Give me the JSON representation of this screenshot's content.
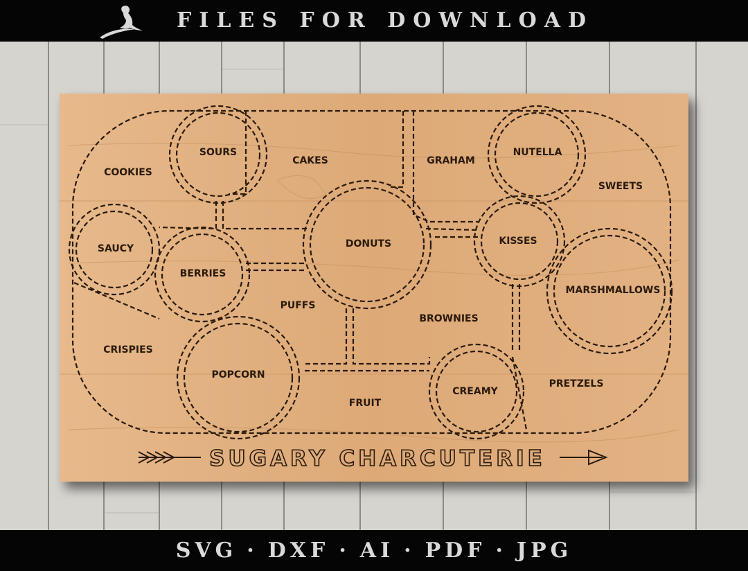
{
  "header": {
    "title": "FILES FOR DOWNLOAD",
    "logo_icon": "bird-logo-icon"
  },
  "board": {
    "title": "SUGARY CHARCUTERIE",
    "labels": {
      "sours": "SOURS",
      "cookies": "COOKIES",
      "cakes": "CAKES",
      "graham": "GRAHAM",
      "nutella": "NUTELLA",
      "sweets": "SWEETS",
      "saucy": "SAUCY",
      "donuts": "DONUTS",
      "kisses": "KISSES",
      "berries": "BERRIES",
      "puffs": "PUFFS",
      "marshmallows": "MARSHMALLOWS",
      "brownies": "BROWNIES",
      "crispies": "CRISPIES",
      "popcorn": "POPCORN",
      "creamy": "CREAMY",
      "pretzels": "PRETZELS",
      "fruit": "FRUIT"
    },
    "arrow_icon": "arrow-icon"
  },
  "footer": {
    "formats": [
      "SVG",
      "DXF",
      "AI",
      "PDF",
      "JPG"
    ],
    "separator": "·"
  },
  "colors": {
    "background_bar": "#050505",
    "text": "#d9d9d9",
    "wood": "#e0b082",
    "engraving": "#2a1a0c",
    "planks": "#d6d4cf"
  }
}
